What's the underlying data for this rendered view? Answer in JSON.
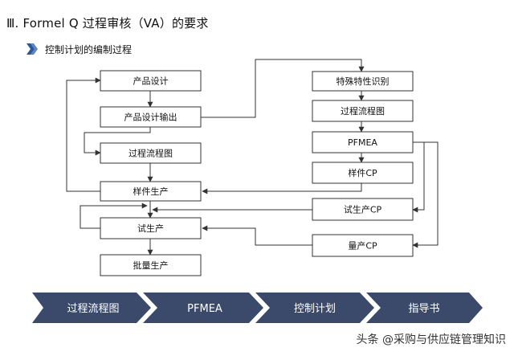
{
  "header": {
    "title": "Ⅲ. Formel Q 过程审核（VA）的要求",
    "subtitle": "控制计划的编制过程"
  },
  "flow": {
    "left": {
      "product_design": "产品设计",
      "design_output": "产品设计输出",
      "process_flow": "过程流程图",
      "sample_production": "样件生产",
      "trial_production": "试生产",
      "mass_production": "批量生产"
    },
    "right": {
      "special_char": "特殊特性识别",
      "process_flow": "过程流程图",
      "pfmea": "PFMEA",
      "sample_cp": "样件CP",
      "trial_cp": "试生产CP",
      "mass_cp": "量产CP"
    }
  },
  "banner": {
    "steps": [
      "过程流程图",
      "PFMEA",
      "控制计划",
      "指导书"
    ],
    "color": "#3b4a6b"
  },
  "watermark": {
    "text": "头条 @采购与供应链管理知识"
  }
}
